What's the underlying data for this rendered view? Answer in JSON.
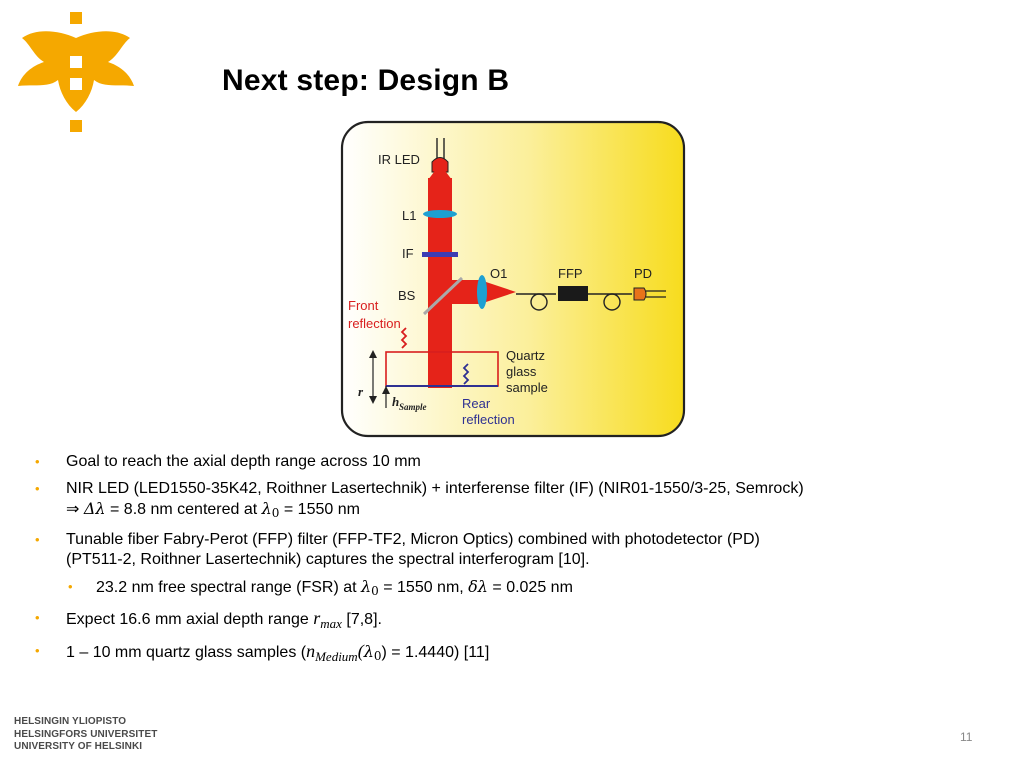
{
  "slide": {
    "title": "Next step: Design B",
    "page_number": "11",
    "university_lines": [
      "HELSINGIN YLIOPISTO",
      "HELSINGFORS UNIVERSITET",
      "UNIVERSITY OF HELSINKI"
    ]
  },
  "figure": {
    "labels": {
      "ir_led": "IR LED",
      "l1": "L1",
      "if": "IF",
      "bs": "BS",
      "o1": "O1",
      "ffp": "FFP",
      "pd": "PD",
      "front_1": "Front",
      "front_2": "reflection",
      "quartz_1": "Quartz",
      "quartz_2": "glass",
      "quartz_3": "sample",
      "rear_1": "Rear",
      "rear_2": "reflection",
      "r": "r",
      "h": "h",
      "h_sub": "Sample"
    }
  },
  "bullets": {
    "b1": "Goal to reach the axial depth range across 10 mm",
    "b2_line1": "NIR LED (LED1550-35K42, Roithner Lasertechnik) + interferense filter (IF) (NIR01-1550/3-25, Semrock)",
    "b2_arrow": "⇒ ",
    "b2_dl": "Δλ",
    "b2_mid": " = 8.8 nm centered at ",
    "b2_lam": "λ",
    "b2_lam_sub": "0",
    "b2_end": " = 1550 nm",
    "b3_line1": "Tunable fiber Fabry-Perot (FFP) filter (FFP-TF2, Micron Optics) combined with photodetector (PD)",
    "b3_line2": "(PT511-2, Roithner Lasertechnik) captures the spectral interferogram [10].",
    "b4_pre": "23.2 nm free spectral range (FSR) at ",
    "b4_lam": "λ",
    "b4_lam_sub": "0",
    "b4_mid": " = 1550 nm, ",
    "b4_dl": "δλ",
    "b4_end": " = 0.025 nm",
    "b5_pre": "Expect 16.6 mm axial depth range ",
    "b5_r": "r",
    "b5_r_sub": "max",
    "b5_end": " [7,8].",
    "b6_pre": "1 – 10 mm quartz glass samples (",
    "b6_n": "n",
    "b6_n_sub": "Medium",
    "b6_paren": "(",
    "b6_lam": "λ",
    "b6_lam_sub": "0",
    "b6_end": ") = 1.4440) [11]"
  },
  "colors": {
    "accent": "#f5a800",
    "beam": "#e52319",
    "lens": "#1ea0d2",
    "filter": "#3c3cb4",
    "front_text": "#d81e1e",
    "rear_text": "#2e3192"
  }
}
